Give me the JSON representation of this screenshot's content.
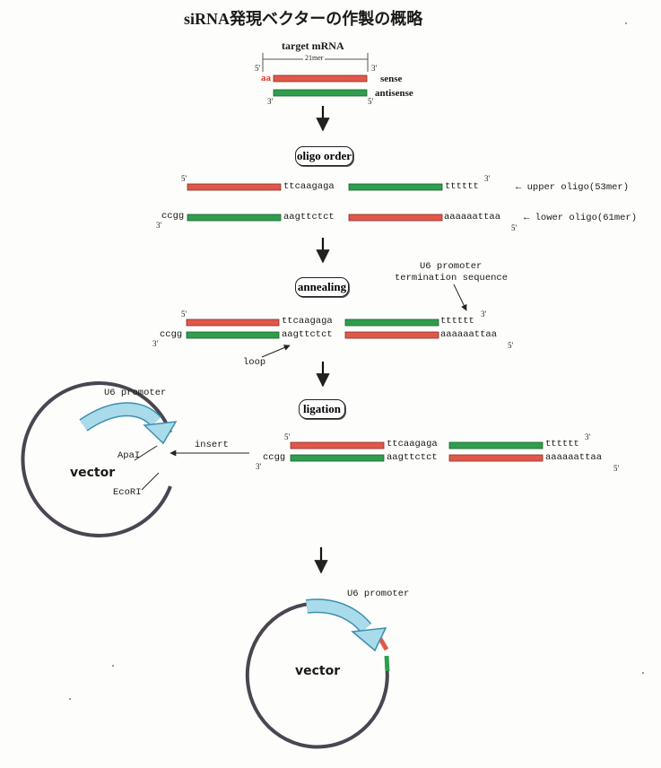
{
  "title": "siRNA発現ベクターの作製の概略",
  "colors": {
    "sense": "#e0584a",
    "antisense": "#2f9e4e",
    "vector": "#4a4550",
    "promoter": "#a9dbea",
    "promoter_edge": "#3a8fb0"
  },
  "step0": {
    "target": "target mRNA",
    "length": "21mer",
    "aa": "aa",
    "sense": "sense",
    "antisense": "antisense",
    "p5": "5'",
    "p3": "3'"
  },
  "step1": {
    "label": "oligo order",
    "upper_seq": "ttcaagaga",
    "upper_tail": "tttttt",
    "lower_head": "ccgg",
    "lower_seq": "aagttctct",
    "lower_tail": "aaaaaattaa",
    "upper_note": "← upper oligo(53mer)",
    "lower_note": "← lower oligo(61mer)",
    "p5": "5'",
    "p3": "3'"
  },
  "step2": {
    "label": "annealing",
    "promoter_note_1": "U6 promoter",
    "promoter_note_2": "termination sequence",
    "loop": "loop",
    "upper_seq": "ttcaagaga",
    "upper_tail": "tttttt",
    "lower_head": "ccgg",
    "lower_seq": "aagttctct",
    "lower_tail": "aaaaaattaa",
    "p5": "5'",
    "p3": "3'"
  },
  "step3": {
    "label": "ligation",
    "upper_seq": "ttcaagaga",
    "upper_tail": "tttttt",
    "lower_head": "ccgg",
    "lower_seq": "aagttctct",
    "lower_tail": "aaaaaattaa",
    "p5": "5'",
    "p3": "3'",
    "insert": "insert"
  },
  "vector1": {
    "promoter": "U6 promoter",
    "apa": "ApaI",
    "eco": "EcoRI",
    "name": "vector"
  },
  "vector2": {
    "promoter": "U6 promoter",
    "name": "vector"
  }
}
